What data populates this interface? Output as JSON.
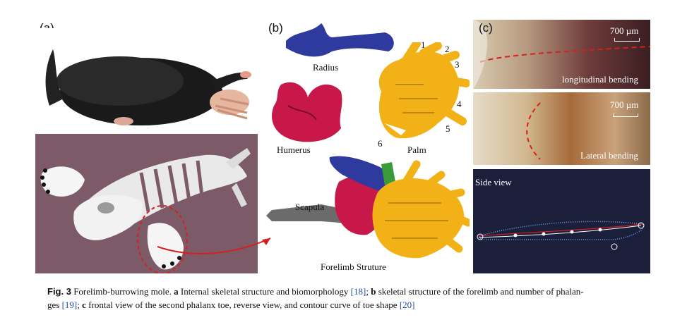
{
  "panels": {
    "a": {
      "letter": "(a)"
    },
    "b": {
      "letter": "(b)",
      "labels": {
        "radius": "Radius",
        "humerus": "Humerus",
        "palm": "Palm",
        "scapula": "Scapula",
        "forelimb": "Forelimb Struture"
      },
      "numbers": [
        "1",
        "2",
        "3",
        "4",
        "5",
        "6"
      ]
    },
    "c": {
      "letter": "(c)",
      "scale_top": "700 µm",
      "scale_mid": "700 µm",
      "label_top": "longitudinal bending",
      "label_mid": "Lateral bending",
      "label_bottom": "Side view"
    }
  },
  "caption": {
    "fig_no": "Fig. 3",
    "part1": "Forelimb-burrowing mole.",
    "a": "a",
    "part2": "Internal skeletal structure and biomorphology",
    "ref1": "[18]",
    "sep1": ";",
    "b": "b",
    "part3": "skeletal structure of the forelimb and number of phalan-",
    "part4": "ges",
    "ref2": "[19]",
    "sep2": ";",
    "c": "c",
    "part5": "frontal view of the second phalanx toe, reverse view, and contour curve of toe shape",
    "ref3": "[20]"
  },
  "colors": {
    "radius": "#2f3a9e",
    "humerus": "#c8184a",
    "palm": "#f2b217",
    "scapula": "#6b6b6b",
    "mauve_bg": "#7d5a68",
    "dark_panel": "#1b1f3a",
    "red_dash": "#d42020"
  }
}
